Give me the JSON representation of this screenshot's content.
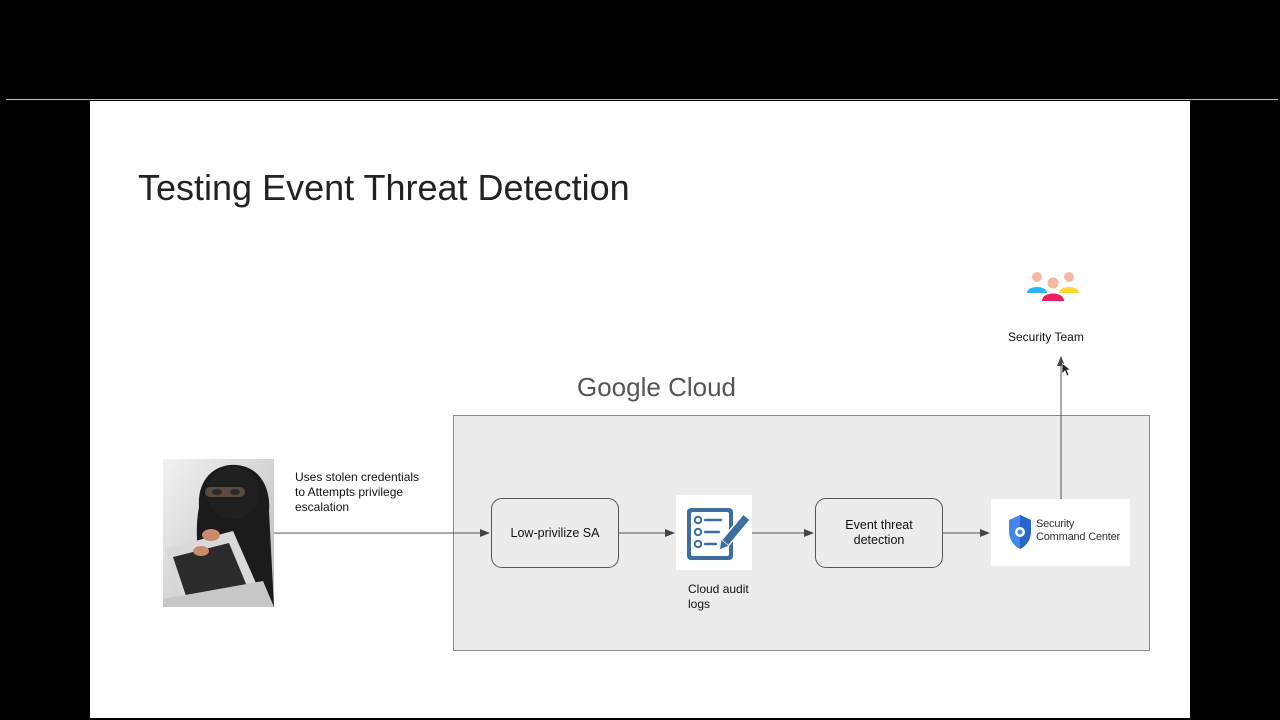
{
  "slide": {
    "title": "Testing Event Threat Detection",
    "cloud_label": "Google Cloud"
  },
  "attacker": {
    "image_icon": "hacker-with-laptop-photo",
    "caption_lines": [
      "Uses stolen credentials",
      "to Attempts privilege",
      "escalation"
    ]
  },
  "nodes": {
    "low_priv_sa": "Low-privilize SA",
    "audit_logs_caption": [
      "Cloud audit",
      "logs"
    ],
    "event_threat_detection": [
      "Event threat",
      "detection"
    ],
    "scc_logo_text": [
      "Security",
      "Command Center"
    ],
    "security_team": "Security Team"
  },
  "icons": {
    "audit_logs": "checklist-pencil-icon",
    "scc": "shield-logo-icon",
    "team": "people-group-icon"
  },
  "colors": {
    "audit_blue": "#3d6e9e",
    "scc_blue": "#4285f4",
    "team_pink": "#e91e63",
    "team_blue": "#29b6f6",
    "team_yellow": "#fdd835"
  }
}
